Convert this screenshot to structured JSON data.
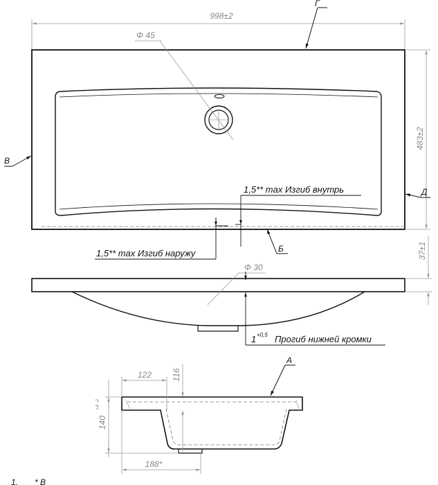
{
  "dims": {
    "width": "998±2",
    "depth": "483±2",
    "drain_hole": "Φ 45",
    "overflow_hole": "Φ 30",
    "rim_height": "37±1",
    "height": "140",
    "height_tol": "+4 -2",
    "d122": "122",
    "d116": "116",
    "d188": "188*"
  },
  "views": {
    "a": "А",
    "b": "Б",
    "v": "В",
    "g": "Г",
    "d": "Д"
  },
  "notes": {
    "bend_inward": "1,5** max Изгиб внутрь",
    "bend_outward": "1,5** max Изгиб наружу",
    "deflection_main": "1",
    "deflection_tol": "+0,5",
    "deflection_text": "Прогиб нижней кромки",
    "footnote_num": "1.",
    "footnote_text": "* В"
  }
}
